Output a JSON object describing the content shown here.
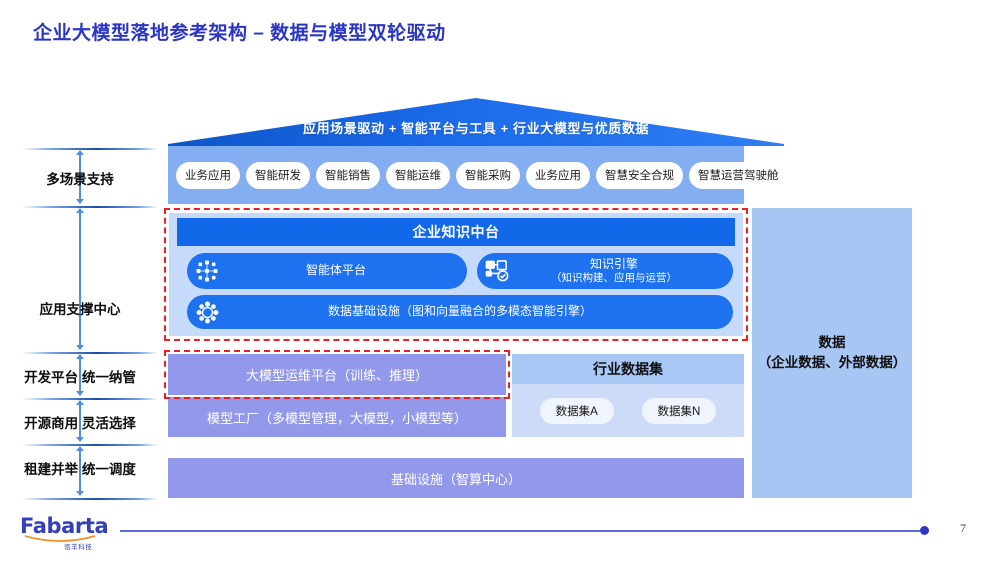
{
  "title": "企业大模型落地参考架构 – 数据与模型双轮驱动",
  "roof": {
    "label": "应用场景驱动 + 智能平台与工具 + 行业大模型与优质数据"
  },
  "rail": {
    "labels": [
      "多场景支持",
      "应用支撑中心",
      "开发平台 统一纳管",
      "开源商用 灵活选择",
      "租建并举 统一调度"
    ]
  },
  "scenarios": {
    "pills": [
      "业务应用",
      "智能研发",
      "智能销售",
      "智能运维",
      "智能采购",
      "业务应用",
      "智慧安全合规",
      "智慧运营驾驶舱"
    ]
  },
  "knowledge": {
    "header": "企业知识中台",
    "agent_platform": {
      "label": "智能体平台",
      "icon": "node-network-icon"
    },
    "knowledge_engine": {
      "label": "知识引擎",
      "sub": "（知识构建、应用与运营）",
      "icon": "knowledge-graph-check-icon"
    },
    "data_infra": {
      "label": "数据基础设施（图和向量融合的多模态智能引擎）",
      "icon": "ring-node-icon"
    }
  },
  "model_layer": {
    "ops_platform": "大模型运维平台（训练、推理）",
    "model_factory": "模型工厂（多模型管理，大模型，小模型等）"
  },
  "datasets": {
    "header": "行业数据集",
    "items": [
      "数据集A",
      "数据集N"
    ]
  },
  "infrastructure": {
    "label": "基础设施（智算中心）"
  },
  "data_column": {
    "line1": "数据",
    "line2": "（企业数据、外部数据）"
  },
  "footer": {
    "logo_word": "Fabarta",
    "logo_sub": "瓴羊科技",
    "page_number": "7"
  },
  "colors": {
    "title": "#2b36c4",
    "roof_blue": "#1a64e0",
    "band_blue": "#84aef2",
    "knowledge_bg": "#c6dafb",
    "knowledge_header": "#1168e8",
    "kbox_blue": "#1e72ef",
    "purple": "#9399ea",
    "dataset_bg": "#ccdcf8",
    "data_column": "#a8c6f4",
    "highlight_red": "#ec2024"
  }
}
